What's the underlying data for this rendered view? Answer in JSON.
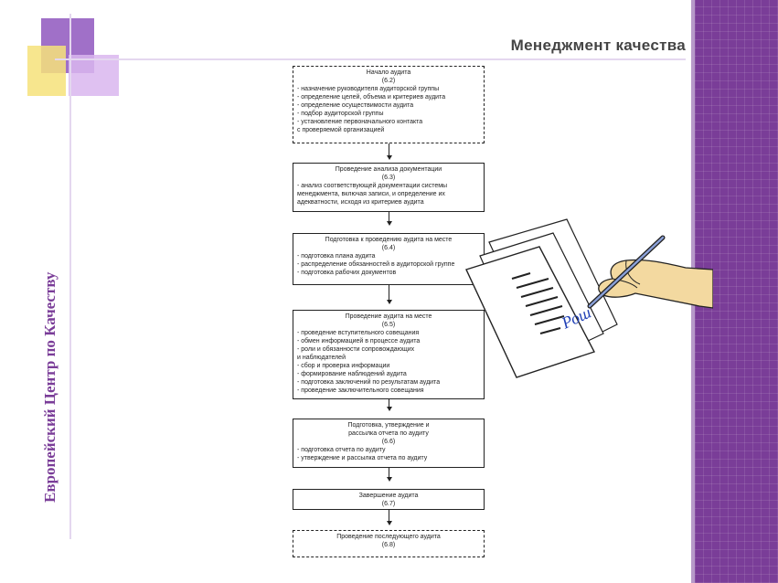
{
  "header": {
    "title": "Менеджмент качества"
  },
  "sidebar": {
    "vertical_label": "Европейский Центр по Качеству"
  },
  "flow": {
    "steps": [
      {
        "title": "Начало аудита",
        "ref": "(6.2)",
        "items": [
          "- назначение руководителя аудиторской группы",
          "- определение целей, объема и критериев аудита",
          "- определение осуществимости аудита",
          "- подбор аудиторской группы",
          "- установление первоначального контакта",
          "  с проверяемой организацией"
        ]
      },
      {
        "title": "Проведение анализа документации",
        "ref": "(6.3)",
        "items": [
          "- анализ соответствующей документации системы",
          "  менеджмента, включая записи, и определение их",
          "  адекватности, исходя из критериев аудита"
        ]
      },
      {
        "title": "Подготовка к проведению аудита на месте",
        "ref": "(6.4)",
        "items": [
          "- подготовка плана аудита",
          "- распределение обязанностей в аудиторской группе",
          "- подготовка рабочих документов"
        ]
      },
      {
        "title": "Проведение аудита на месте",
        "ref": "(6.5)",
        "items": [
          "- проведение вступительного совещания",
          "- обмен информацией в процессе аудита",
          "- роли и обязанности сопровождающих",
          "  и наблюдателей",
          "- сбор и проверка информации",
          "- формирование наблюдений аудита",
          "- подготовка заключений по результатам аудита",
          "- проведение заключительного совещания"
        ]
      },
      {
        "title": "Подготовка, утверждение и",
        "title2": "рассылка отчета по аудиту",
        "ref": "(6.6)",
        "items": [
          "- подготовка отчета по аудиту",
          "- утверждение и рассылка отчета по аудиту"
        ]
      },
      {
        "title": "Завершение аудита",
        "ref": "(6.7)",
        "items": []
      },
      {
        "title": "Проведение последующего аудита",
        "ref": "(6.8)",
        "items": []
      }
    ]
  },
  "illustration": {
    "signature_text": "Рош"
  },
  "colors": {
    "accent": "#7a3d98",
    "band": "#7a3d98",
    "square_yellow": "#f6e27a",
    "square_lilac": "#d9b6ef"
  }
}
